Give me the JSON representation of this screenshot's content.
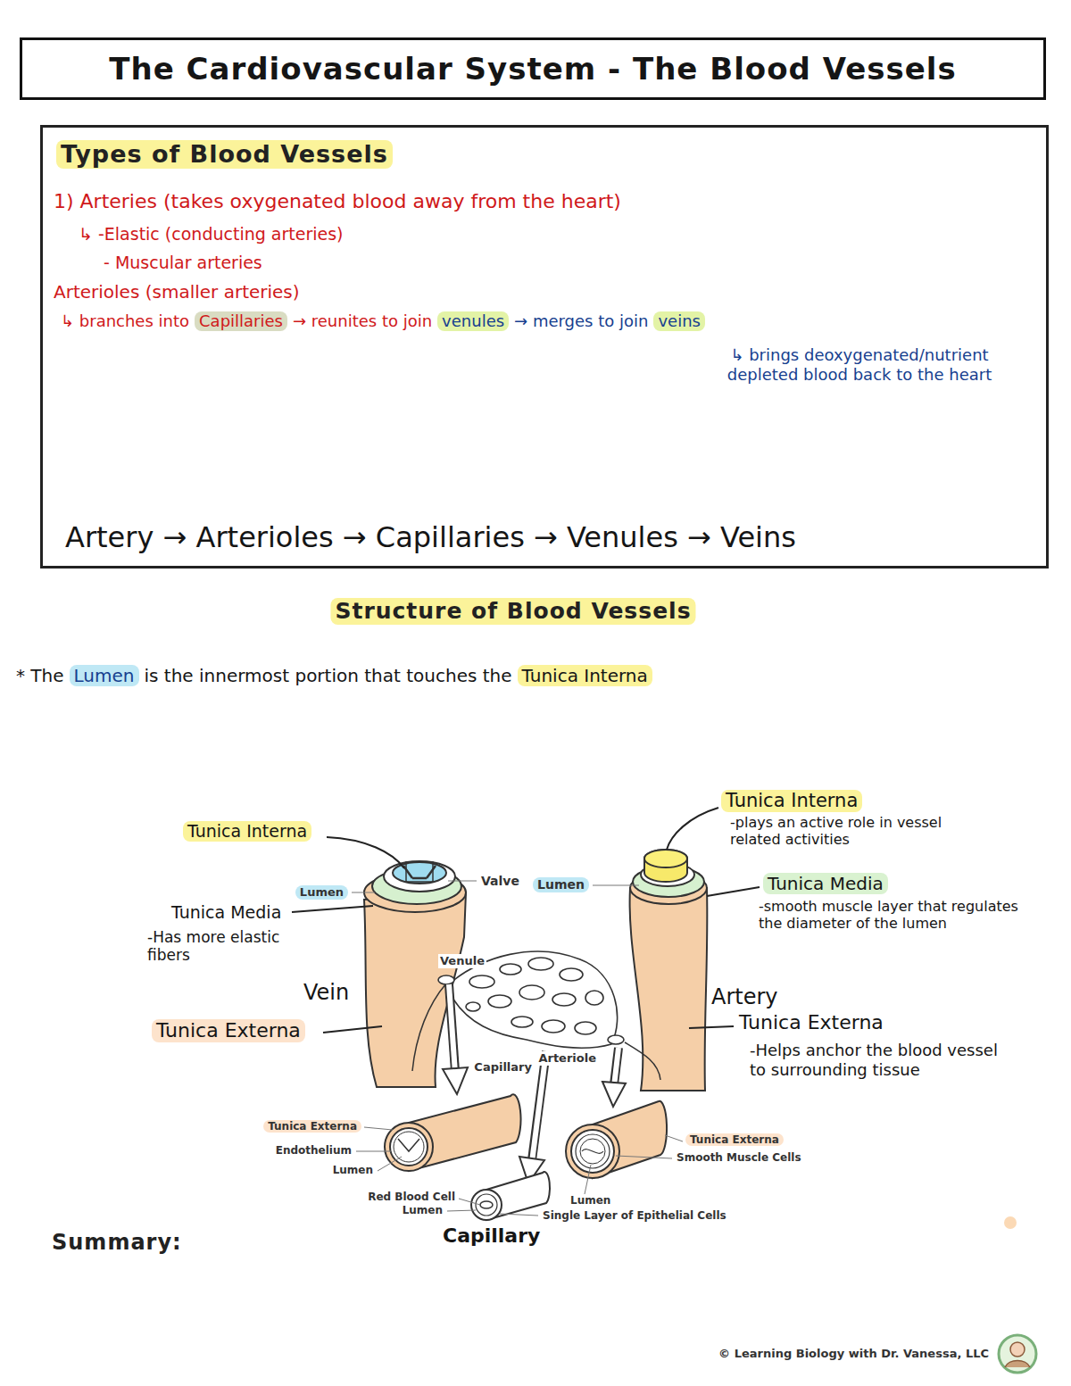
{
  "diagram": {
    "title": "The Cardiovascular System - The Blood Vessels",
    "nodes": [
      {
        "text": [
          "Types of Blood Vessels",
          "1) Arteries (takes oxygenated blood away from the heart)",
          "↳ -Elastic (conducting arteries)",
          "- Muscular arteries",
          "Arterioles (smaller arteries)",
          "↳ branches into",
          "Capillaries",
          "→ reunites to join",
          "venules",
          "→ merges to join",
          "veins",
          "↳ brings deoxygenated/nutrient depleted blood back to the heart",
          "Artery → Arterioles → Capillaries → Venules → Veins"
        ]
      }
    ],
    "labels": [
      "Structure of Blood Vessels",
      "* The",
      "Lumen",
      "is the innermost portion that touches the",
      "Tunica Interna",
      "Tunica Interna",
      "Lumen",
      "Valve",
      "Tunica Media",
      "-Has more elastic fibers",
      "Vein",
      "Venule",
      "Tunica Externa",
      "Capillary",
      "Arteriole",
      "Tunica Interna",
      "-plays an active role in vessel related activities",
      "Lumen",
      "Tunica Media",
      "-smooth muscle layer that regulates the diameter of the lumen",
      "Artery",
      "Tunica Externa",
      "-Helps anchor the blood vessel to surrounding tissue",
      "Tunica Externa",
      "Endothelium",
      "Lumen",
      "Red Blood Cell",
      "Lumen",
      "Capillary",
      "Single Layer of Epithelial Cells",
      "Tunica Externa",
      "Smooth Muscle Cells",
      "Lumen",
      "Summary:",
      "© Learning Biology with Dr. Vanessa, LLC"
    ]
  }
}
